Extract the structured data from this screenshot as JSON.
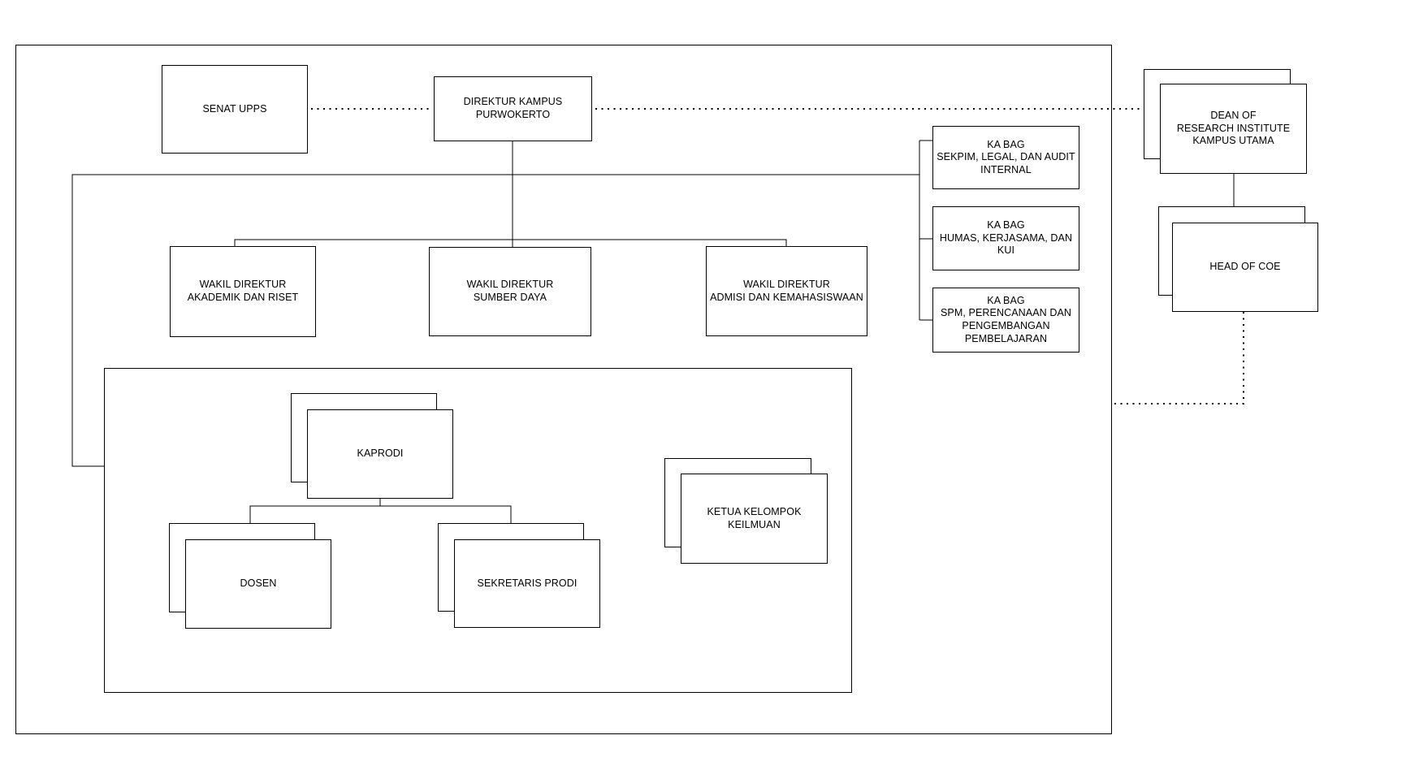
{
  "diagram_title": "",
  "colors": {
    "stroke": "#000000",
    "node_fill": "#ffffff",
    "canvas_background": "#ffffff"
  },
  "nodes": {
    "senat": {
      "label": "SENAT UPPS"
    },
    "direktur": {
      "label": "DIREKTUR KAMPUS\nPURWOKERTO"
    },
    "kabag_sekpim": {
      "label": "KA BAG\nSEKPIM, LEGAL, DAN AUDIT\nINTERNAL"
    },
    "kabag_humas": {
      "label": "KA BAG\nHUMAS, KERJASAMA, DAN\nKUI"
    },
    "kabag_spm": {
      "label": "KA BAG\nSPM, PERENCANAAN DAN\nPENGEMBANGAN\nPEMBELAJARAN"
    },
    "wadir_akademik": {
      "label": "WAKIL DIREKTUR\nAKADEMIK DAN RISET"
    },
    "wadir_sumber": {
      "label": "WAKIL DIREKTUR\nSUMBER DAYA"
    },
    "wadir_admisi": {
      "label": "WAKIL DIREKTUR\nADMISI DAN KEMAHASISWAAN"
    },
    "kaprodi": {
      "label": "KAPRODI"
    },
    "dosen": {
      "label": "DOSEN"
    },
    "sekretaris_prodi": {
      "label": "SEKRETARIS PRODI"
    },
    "ketua_kelompok": {
      "label": "KETUA KELOMPOK\nKEILMUAN"
    },
    "dean_research": {
      "label": "DEAN OF\nRESEARCH INSTITUTE\nKAMPUS UTAMA"
    },
    "head_of_coe": {
      "label": "HEAD OF COE"
    }
  }
}
